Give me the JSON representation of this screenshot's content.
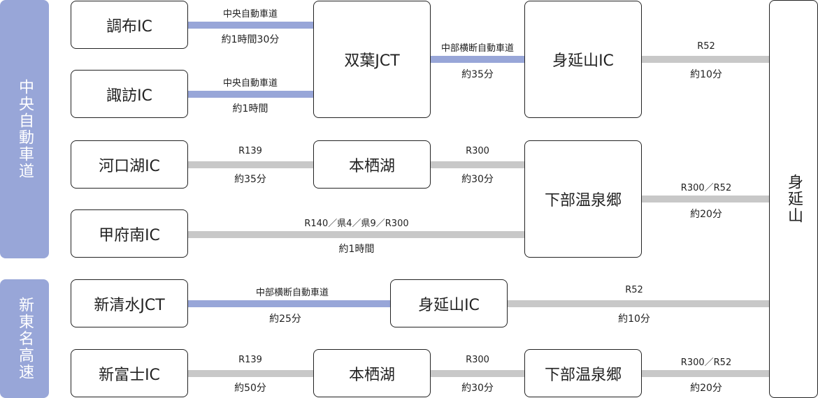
{
  "groups": {
    "chuo": "中央自動車道",
    "shintomei": "新東名高速"
  },
  "destination": "身延山",
  "nodes": {
    "chofu": "調布IC",
    "suwa": "諏訪IC",
    "futaba": "双葉JCT",
    "minobu1": "身延山IC",
    "kawaguchiko": "河口湖IC",
    "motosuko1": "本栖湖",
    "shimobe1": "下部温泉郷",
    "kofuminami": "甲府南IC",
    "shinshimizu": "新清水JCT",
    "minobu2": "身延山IC",
    "shinfuji": "新富士IC",
    "motosuko2": "本栖湖",
    "shimobe2": "下部温泉郷"
  },
  "routes": [
    {
      "id": "chofu-futaba",
      "road": "中央自動車道",
      "time": "約1時間30分",
      "type": "expressway"
    },
    {
      "id": "suwa-futaba",
      "road": "中央自動車道",
      "time": "約1時間",
      "type": "expressway"
    },
    {
      "id": "futaba-minobu",
      "road": "中部横断自動車道",
      "time": "約35分",
      "type": "expressway"
    },
    {
      "id": "minobu-dest",
      "road": "R52",
      "time": "約10分",
      "type": "general"
    },
    {
      "id": "kawaguchiko-motosuko",
      "road": "R139",
      "time": "約35分",
      "type": "general"
    },
    {
      "id": "motosuko-shimobe",
      "road": "R300",
      "time": "約30分",
      "type": "general"
    },
    {
      "id": "shimobe-dest",
      "road": "R300／R52",
      "time": "約20分",
      "type": "general"
    },
    {
      "id": "kofuminami-shimobe",
      "road": "R140／県4／県9／R300",
      "time": "約1時間",
      "type": "general"
    },
    {
      "id": "shinshimizu-minobu",
      "road": "中部横断自動車道",
      "time": "約25分",
      "type": "expressway"
    },
    {
      "id": "minobu2-dest",
      "road": "R52",
      "time": "約10分",
      "type": "general"
    },
    {
      "id": "shinfuji-motosuko",
      "road": "R139",
      "time": "約50分",
      "type": "general"
    },
    {
      "id": "motosuko2-shimobe",
      "road": "R300",
      "time": "約30分",
      "type": "general"
    },
    {
      "id": "shimobe2-dest",
      "road": "R300／R52",
      "time": "約20分",
      "type": "general"
    }
  ],
  "colors": {
    "expressway": "#98A6D8",
    "general": "#C8C8C8",
    "group_bg": "#98A6D8"
  }
}
